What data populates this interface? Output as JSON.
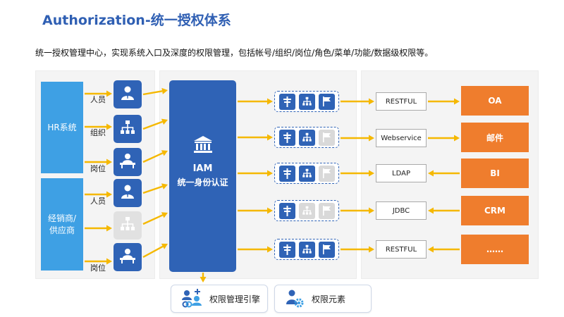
{
  "header": {
    "title": "Authorization-统一授权体系",
    "subtitle": "统一授权管理中心，实现系统入口及深度的权限管理，包括帐号/组织/岗位/角色/菜单/功能/数据级权限等。"
  },
  "sources": [
    {
      "label": "HR系统",
      "roles": [
        {
          "label": "人员",
          "icon": "person-icon",
          "active": true
        },
        {
          "label": "组织",
          "icon": "org-chart-icon",
          "active": true
        },
        {
          "label": "岗位",
          "icon": "desk-person-icon",
          "active": true
        }
      ]
    },
    {
      "label": "经销商/供应商",
      "roles": [
        {
          "label": "人员",
          "icon": "person-icon",
          "active": true
        },
        {
          "label": "",
          "icon": "org-chart-icon",
          "active": false
        },
        {
          "label": "岗位",
          "icon": "desk-person-icon",
          "active": true
        }
      ]
    }
  ],
  "iam": {
    "icon": "bank-building-icon",
    "line1": "IAM",
    "line2": "统一身份认证"
  },
  "permission_groups": [
    {
      "items": [
        {
          "icon": "key-icon",
          "active": true
        },
        {
          "icon": "org-chart-icon",
          "active": true
        },
        {
          "icon": "flag-icon",
          "active": true
        }
      ]
    },
    {
      "items": [
        {
          "icon": "key-icon",
          "active": true
        },
        {
          "icon": "org-chart-icon",
          "active": true
        },
        {
          "icon": "flag-icon",
          "active": false
        }
      ]
    },
    {
      "items": [
        {
          "icon": "key-icon",
          "active": true
        },
        {
          "icon": "org-chart-icon",
          "active": true
        },
        {
          "icon": "flag-icon",
          "active": false
        }
      ]
    },
    {
      "items": [
        {
          "icon": "key-icon",
          "active": true
        },
        {
          "icon": "org-chart-icon",
          "active": false
        },
        {
          "icon": "flag-icon",
          "active": false
        }
      ]
    },
    {
      "items": [
        {
          "icon": "key-icon",
          "active": true
        },
        {
          "icon": "org-chart-icon",
          "active": true
        },
        {
          "icon": "flag-icon",
          "active": true
        }
      ]
    }
  ],
  "protocols": [
    "RESTFUL",
    "Webservice",
    "LDAP",
    "JDBC",
    "RESTFUL"
  ],
  "systems": [
    "OA",
    "邮件",
    "BI",
    "CRM",
    "……"
  ],
  "bottom": [
    {
      "label": "权限管理引擎",
      "icon": "users-link-icon"
    },
    {
      "label": "权限元素",
      "icon": "person-gear-icon"
    }
  ],
  "colors": {
    "accent_blue": "#2f63b6",
    "source_blue": "#3ea0e4",
    "system_orange": "#ef7d2d",
    "arrow_yellow": "#f5b800",
    "inactive_gray": "#d9d9d9"
  }
}
